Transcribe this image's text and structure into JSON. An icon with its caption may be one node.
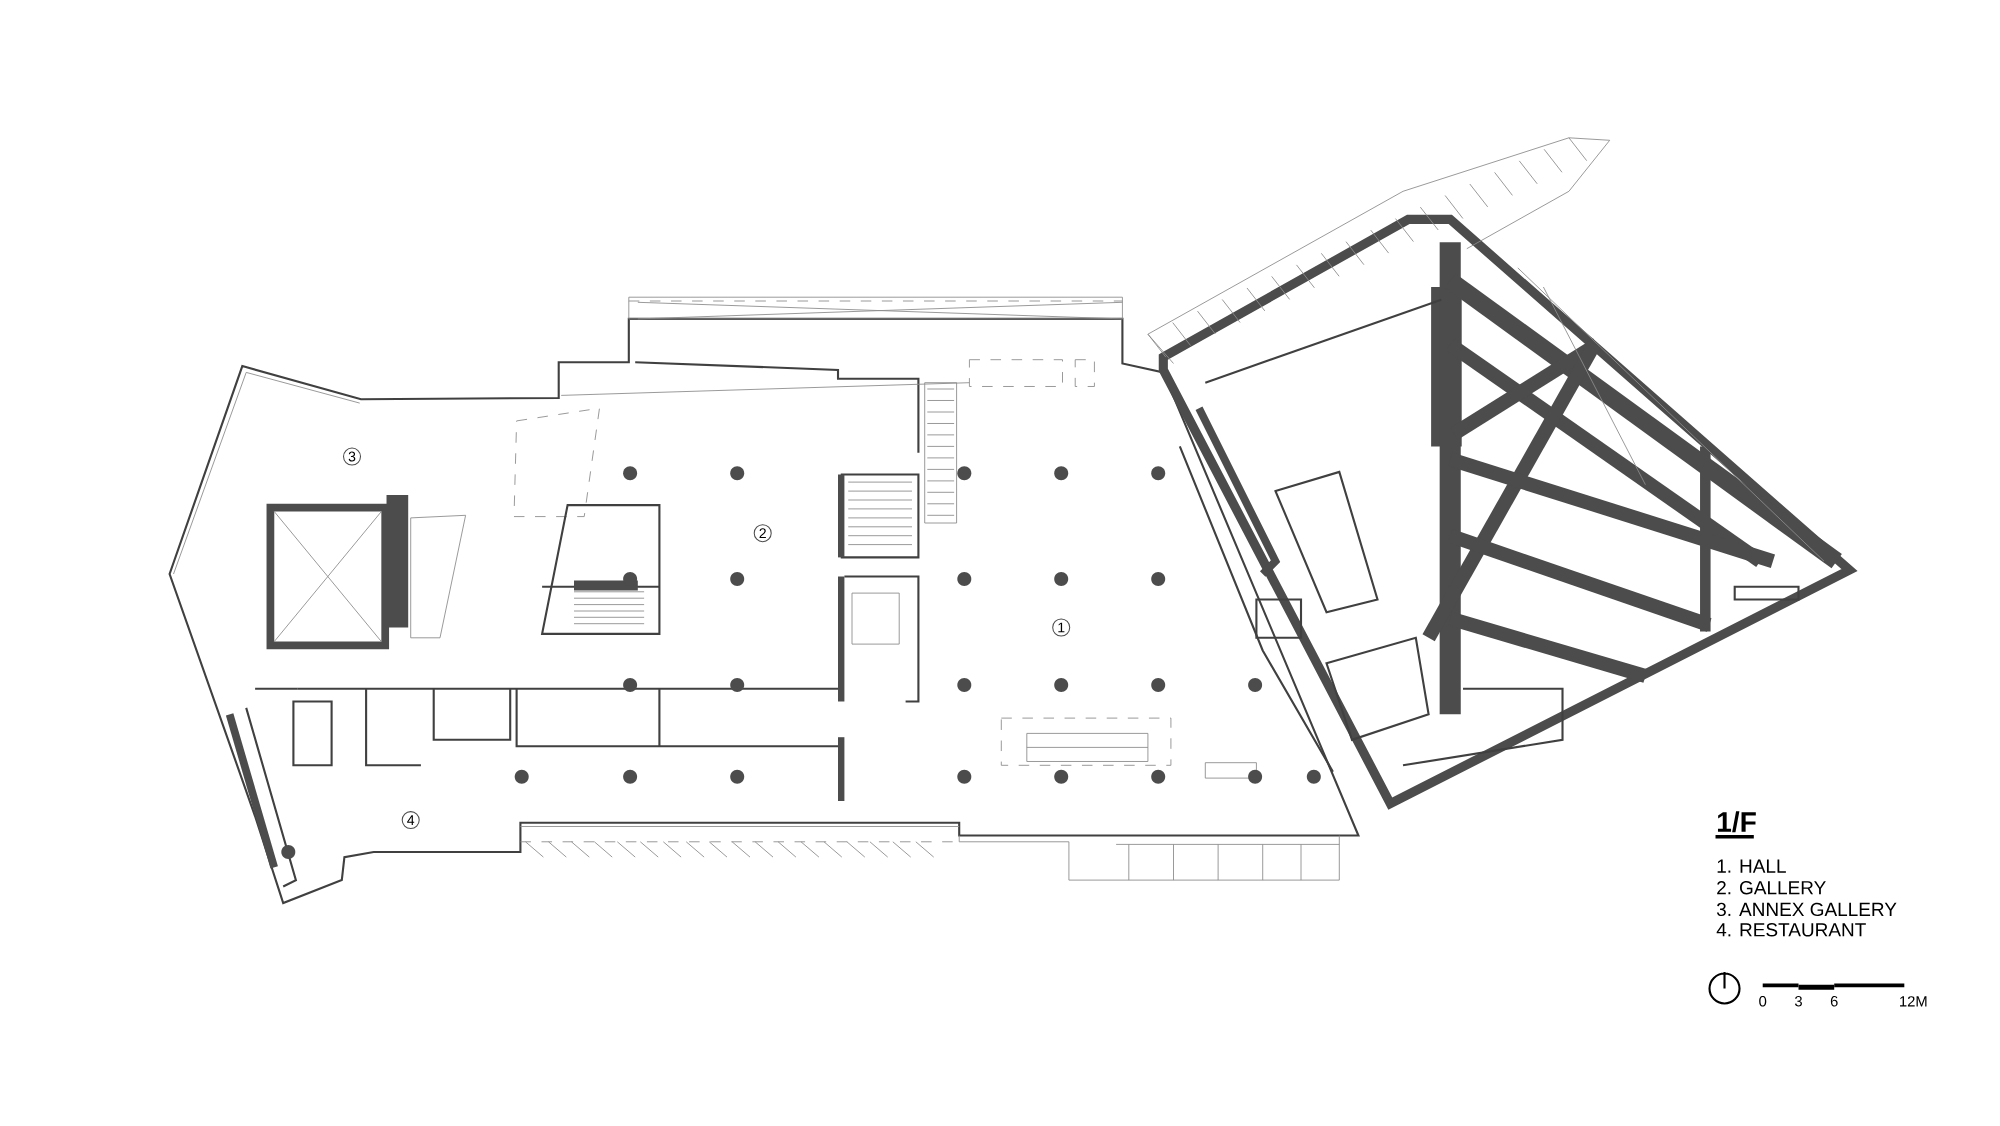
{
  "diagram": {
    "title": "1/F",
    "nodes": [
      {
        "text": [
          "3"
        ]
      },
      {
        "text": [
          "2"
        ]
      },
      {
        "text": [
          "1"
        ]
      },
      {
        "text": [
          "4"
        ]
      }
    ],
    "labels": [
      "1. HALL",
      "2. GALLERY",
      "3. ANNEX GALLERY",
      "4. RESTAURANT",
      "0",
      "3",
      "6",
      "12M"
    ]
  }
}
